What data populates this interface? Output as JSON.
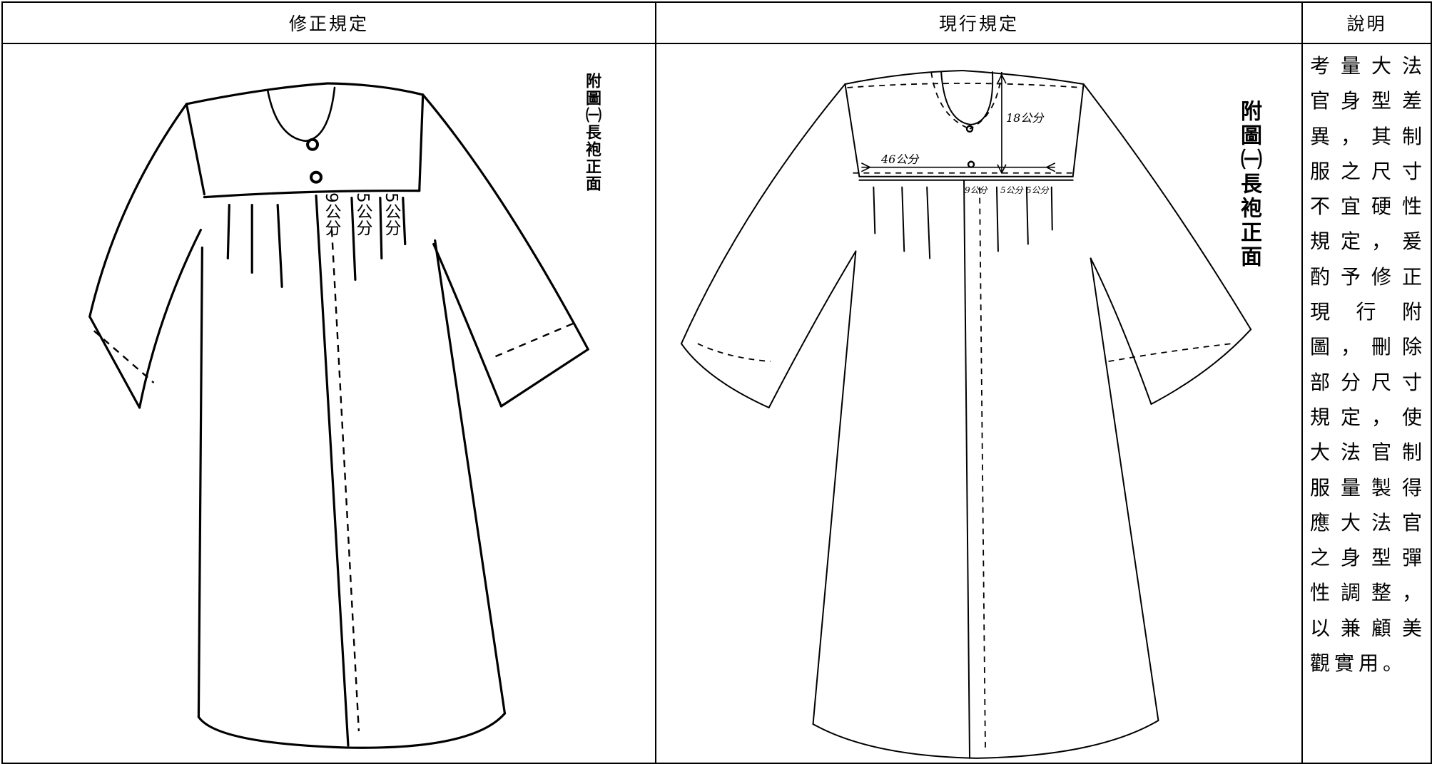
{
  "headers": {
    "amended": "修正規定",
    "current": "現行規定",
    "explanation": "說明"
  },
  "amended_figure": {
    "caption": "附圖㈠長袍正面",
    "dims": [
      "9公分",
      "5公分",
      "5公分"
    ]
  },
  "current_figure": {
    "caption": "附圖㈠長袍正面",
    "dims": {
      "width": "46公分",
      "height": "18公分",
      "front": "9公分",
      "pleat1": "5公分",
      "pleat2": "5公分"
    }
  },
  "explanation_text": "考量大法官身型差異，其制服之尺寸不宜硬性規定，爰酌予修正現行附圖，刪除部分尺寸規定，使大法官制服量製得應大法官之身型彈性調整，以兼顧美觀實用。"
}
